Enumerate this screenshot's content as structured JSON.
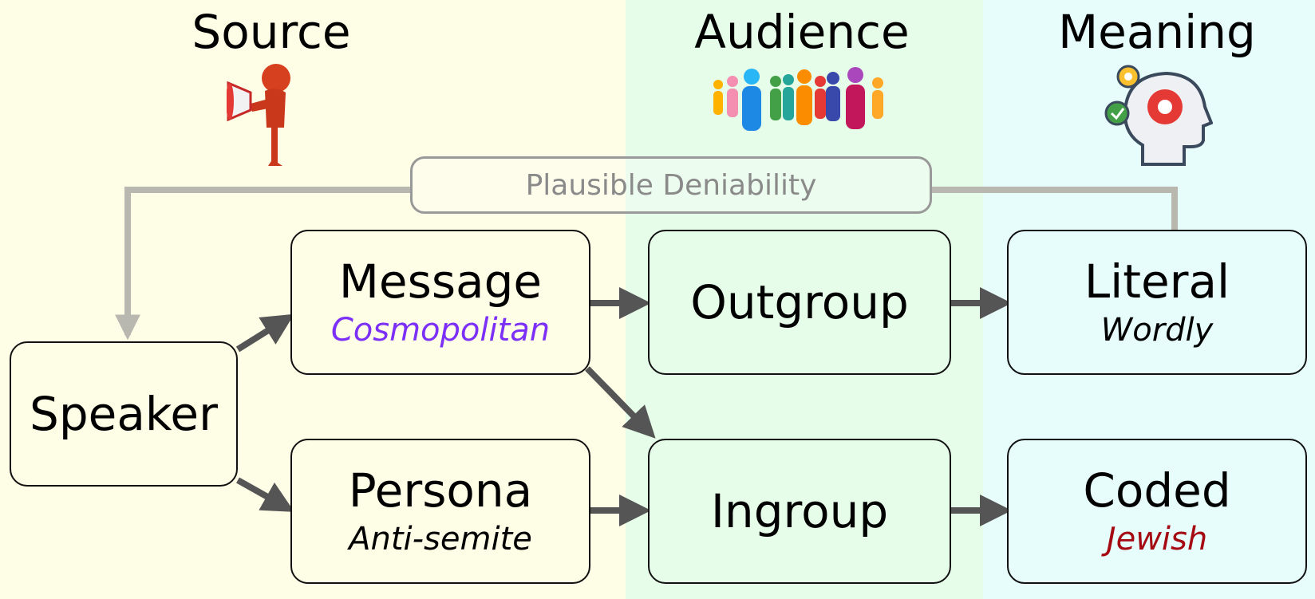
{
  "headers": {
    "source": "Source",
    "audience": "Audience",
    "meaning": "Meaning"
  },
  "plausible_deniability": "Plausible Deniability",
  "boxes": {
    "speaker": {
      "label": "Speaker"
    },
    "message": {
      "label": "Message",
      "example": "Cosmopolitan"
    },
    "persona": {
      "label": "Persona",
      "example": "Anti-semite"
    },
    "outgroup": {
      "label": "Outgroup"
    },
    "ingroup": {
      "label": "Ingroup"
    },
    "literal": {
      "label": "Literal",
      "example": "Wordly"
    },
    "coded": {
      "label": "Coded",
      "example": "Jewish"
    }
  },
  "colors": {
    "source_bg": "#fefde6",
    "audience_bg": "#e6fdea",
    "meaning_bg": "#e6fdfc",
    "cosmopolitan_text": "#7b2ff7",
    "jewish_text": "#a50a12",
    "arrow": "#555555",
    "deniability_line": "#b8b8b0"
  },
  "icons": {
    "source": "megaphone-person-icon",
    "audience": "crowd-icon",
    "meaning": "head-gears-icon"
  }
}
